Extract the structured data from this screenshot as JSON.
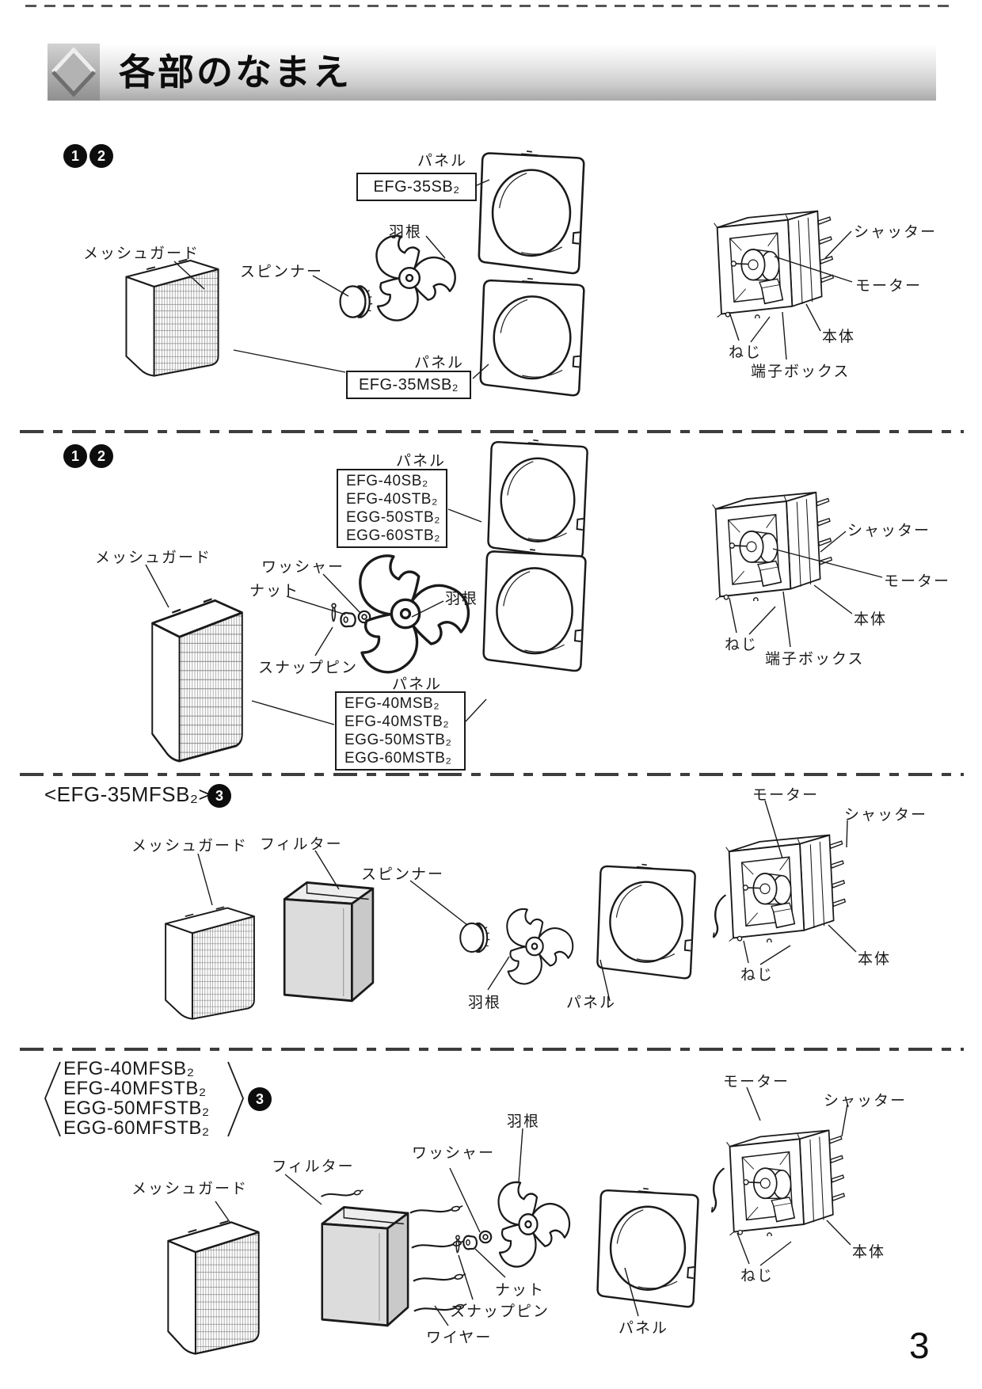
{
  "title": "各部のなまえ",
  "page_number": "3",
  "badges": {
    "one": "1",
    "two": "2",
    "three": "3"
  },
  "labels": {
    "panel": "パネル",
    "mesh_guard": "メッシュガード",
    "blade": "羽根",
    "spinner": "スピンナー",
    "shutter": "シャッター",
    "motor": "モーター",
    "unit_body": "本体",
    "screw": "ねじ",
    "terminal_box": "端子ボックス",
    "washer": "ワッシャー",
    "nut": "ナット",
    "snap_pin": "スナップピン",
    "filter": "フィルター",
    "wire": "ワイヤー"
  },
  "sections": [
    {
      "panel_models_upper": [
        "EFG-35SB₂"
      ],
      "panel_models_lower": [
        "EFG-35MSB₂"
      ]
    },
    {
      "panel_models_upper": [
        "EFG-40SB₂",
        "EFG-40STB₂",
        "EGG-50STB₂",
        "EGG-60STB₂"
      ],
      "panel_models_lower": [
        "EFG-40MSB₂",
        "EFG-40MSTB₂",
        "EGG-50MSTB₂",
        "EGG-60MSTB₂"
      ]
    },
    {
      "header_model": "<EFG-35MFSB₂>"
    },
    {
      "header_models": [
        "EFG-40MFSB₂",
        "EFG-40MFSTB₂",
        "EGG-50MFSTB₂",
        "EGG-60MFSTB₂"
      ]
    }
  ]
}
